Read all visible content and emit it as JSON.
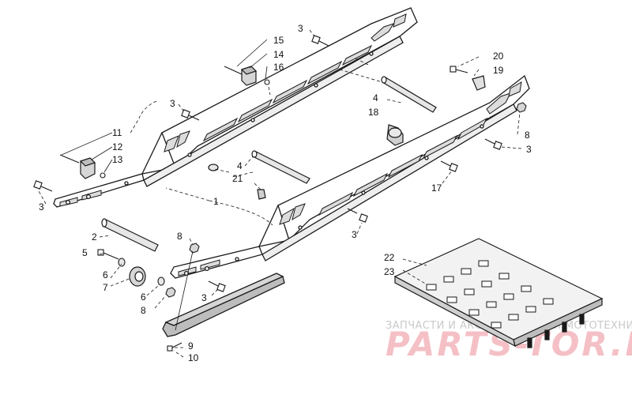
{
  "diagram": {
    "callouts": {
      "c1": "1",
      "c2": "2",
      "c3a": "3",
      "c3b": "3",
      "c3c": "3",
      "c3d": "3",
      "c3e": "3",
      "c3f": "3",
      "c4a": "4",
      "c4b": "4",
      "c5": "5",
      "c6a": "6",
      "c6b": "6",
      "c7": "7",
      "c8a": "8",
      "c8b": "8",
      "c8c": "8",
      "c9": "9",
      "c10": "10",
      "c11": "11",
      "c12": "12",
      "c13": "13",
      "c14": "14",
      "c15": "15",
      "c16": "16",
      "c17": "17",
      "c18": "18",
      "c19": "19",
      "c20": "20",
      "c21": "21",
      "c22": "22",
      "c23": "23"
    }
  },
  "watermark": {
    "line1": "ЗАПЧАСТИ И АКСЕССУАРЫ ДЛЯ МОТОТЕХНИКИ",
    "line2": "PARTS-TOR.RU"
  },
  "colors": {
    "line": "#1a1a1a",
    "part_fill": "#dcdcdc",
    "watermark_gray": "#c9c9c9",
    "watermark_pink": "#f4c0c6"
  }
}
